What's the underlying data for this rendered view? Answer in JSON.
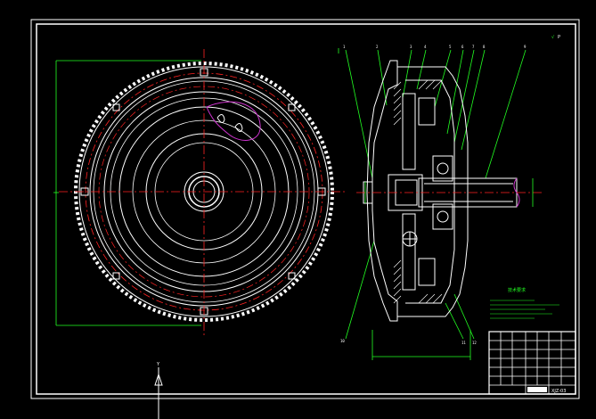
{
  "drawing": {
    "part_number": "XJZ-03",
    "title_mark": "P",
    "roughness_mark": "√",
    "technical_requirements_heading": "技术要求",
    "technical_requirements": [
      "",
      "",
      "",
      "",
      ""
    ],
    "balloons": [
      "1",
      "2",
      "3",
      "4",
      "5",
      "6",
      "7",
      "8",
      "9",
      "10",
      "11",
      "12"
    ],
    "view_marker": "Y"
  },
  "colors": {
    "outline": "#ffffff",
    "dimension": "#22ee22",
    "centerline": "#ff2222",
    "accent": "#cc33cc",
    "background": "#000000"
  }
}
